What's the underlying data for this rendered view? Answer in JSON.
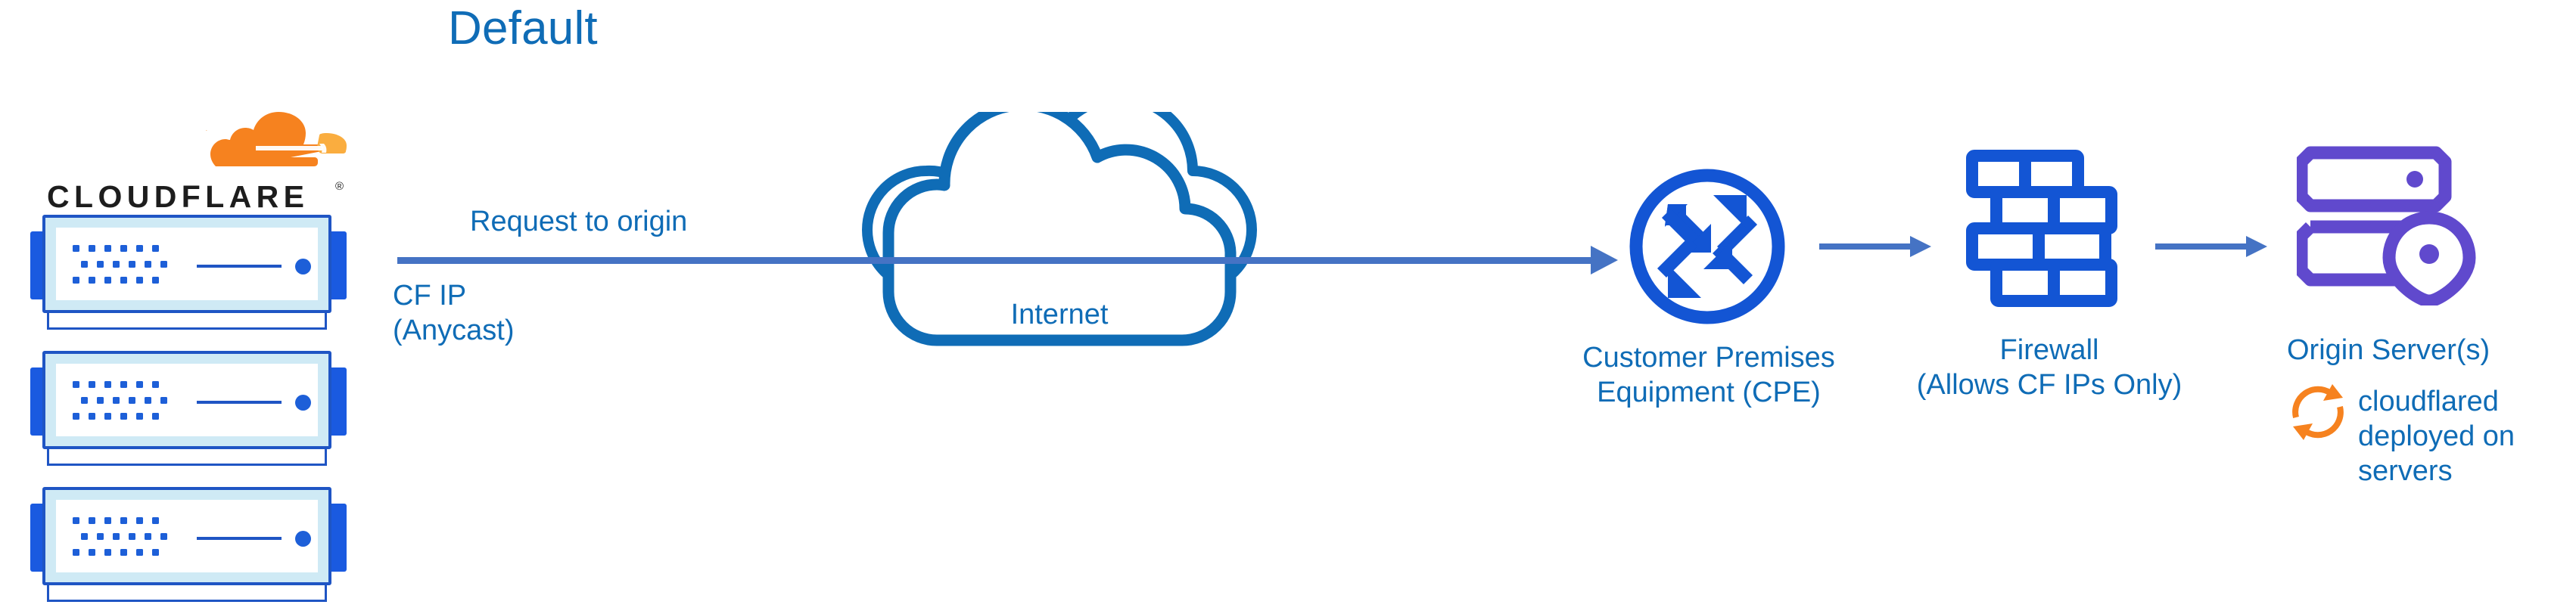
{
  "diagram": {
    "title": "Default",
    "background_color": "#ffffff",
    "accent_blue": "#0f6cb6",
    "arrow_blue": "#4573c4",
    "icon_blue": "#1355d4",
    "origin_purple": "#6049cd",
    "cloudflare_orange": "#f6821f"
  },
  "edge": {
    "logo_alt": "CLOUDFLARE",
    "wordmark": "CLOUDFLARE",
    "registered_mark": "®",
    "servers": [
      {
        "name": "cloudflare-edge-server-1"
      },
      {
        "name": "cloudflare-edge-server-2"
      },
      {
        "name": "cloudflare-edge-server-3"
      }
    ],
    "ip_label": "CF IP\n(Anycast)",
    "ip_label_line1": "CF IP",
    "ip_label_line2": "(Anycast)"
  },
  "flow": {
    "request_label": "Request to origin"
  },
  "internet": {
    "label": "Internet"
  },
  "cpe": {
    "label_line1": "Customer Premises",
    "label_line2": "Equipment (CPE)",
    "icon": "router-icon"
  },
  "firewall": {
    "label_line1": "Firewall",
    "label_line2": "(Allows CF IPs Only)",
    "icon": "brick-wall-icon"
  },
  "origin": {
    "label": "Origin Server(s)",
    "icon": "server-location-icon",
    "cloudflared": {
      "icon": "sync-arrows-icon",
      "label_line1": "cloudflared",
      "label_line2": "deployed on",
      "label_line3": "servers"
    }
  }
}
